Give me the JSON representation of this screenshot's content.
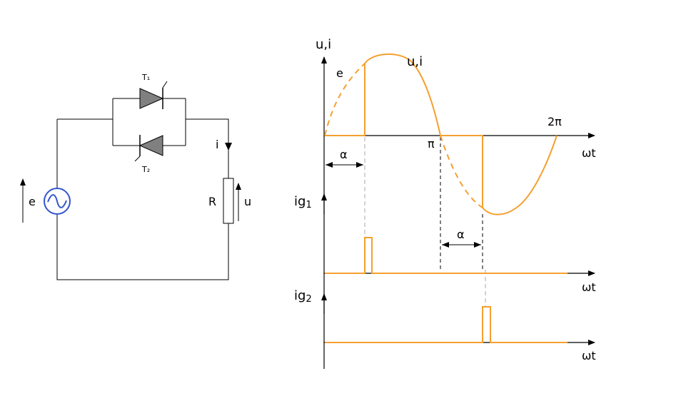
{
  "circuit": {
    "thyristor_top": "T₁",
    "thyristor_bottom": "T₂",
    "source": "e",
    "current": "i",
    "resistor": "R",
    "voltage": "u"
  },
  "plot": {
    "y_axis_top": "u,i",
    "curve_e": "e",
    "curve_ui": "u,i",
    "pi": "π",
    "two_pi": "2π",
    "omega_t_1": "ωt",
    "alpha_1": "α",
    "alpha_2": "α",
    "ig1": "ig",
    "ig1_sub": "1",
    "omega_t_2": "ωt",
    "ig2": "ig",
    "ig2_sub": "2",
    "omega_t_3": "ωt"
  },
  "colors": {
    "waveform": "#f5a030",
    "source_symbol": "#3355cc",
    "thyristor_fill": "#808080"
  },
  "icons": {
    "source": "ac-source-icon",
    "thyristor": "thyristor-icon",
    "resistor": "resistor-icon"
  }
}
